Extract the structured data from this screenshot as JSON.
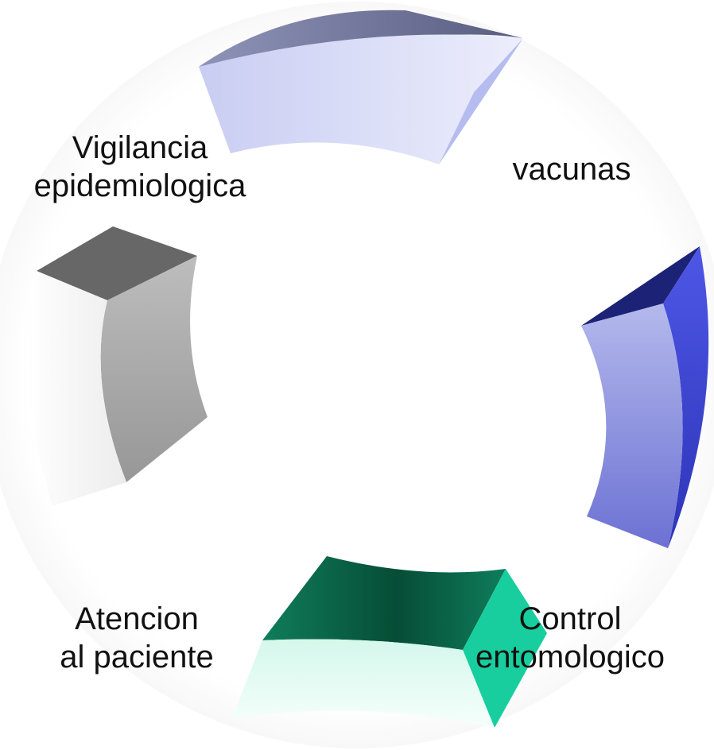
{
  "diagram": {
    "segments": [
      {
        "id": "vacunas",
        "label_lines": [
          "vacunas"
        ],
        "colors": {
          "front_left": "#c9cdf2",
          "front_right": "#eceefc",
          "side": "#b6bcef",
          "top_dark": "#585d80",
          "top_light": "#8e93b8"
        }
      },
      {
        "id": "control",
        "label_lines": [
          "Control",
          "entomologico"
        ],
        "colors": {
          "front_top": "#b4b9ec",
          "front_bottom": "#6c71d3",
          "side_top": "#4e57e6",
          "side_bottom": "#2d34b8",
          "top": "#1c2275"
        }
      },
      {
        "id": "atencion",
        "label_lines": [
          "Atencion",
          "al paciente"
        ],
        "colors": {
          "top_dark": "#064d36",
          "top_light": "#0f7d5a",
          "front_top": "#d4f7ec",
          "front_bottom": "#f6fffc",
          "side": "#18ce9e"
        }
      },
      {
        "id": "vigilancia",
        "label_lines": [
          "Vigilancia",
          "epidemiologica"
        ],
        "colors": {
          "top": "#676767",
          "front_left": "#ececec",
          "front_right": "#ffffff",
          "side_top": "#bdbdbd",
          "side_bottom": "#979797"
        }
      }
    ]
  }
}
